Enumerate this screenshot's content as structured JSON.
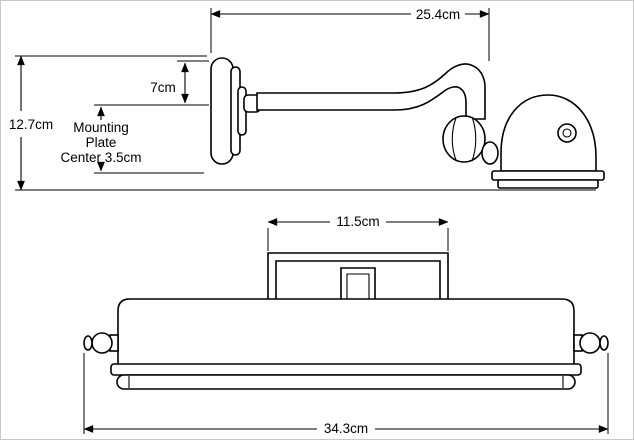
{
  "canvas": {
    "background_color": "#ffffff",
    "line_color": "#000000",
    "border_color": "#c8c8c8"
  },
  "side_view": {
    "width_label": "25.4cm",
    "height_label": "12.7cm",
    "drop_label": "7cm",
    "mount_line1": "Mounting",
    "mount_line2": "Plate",
    "mount_line3": "Center 3.5cm"
  },
  "front_view": {
    "backplate_width_label": "11.5cm",
    "total_width_label": "34.3cm"
  }
}
